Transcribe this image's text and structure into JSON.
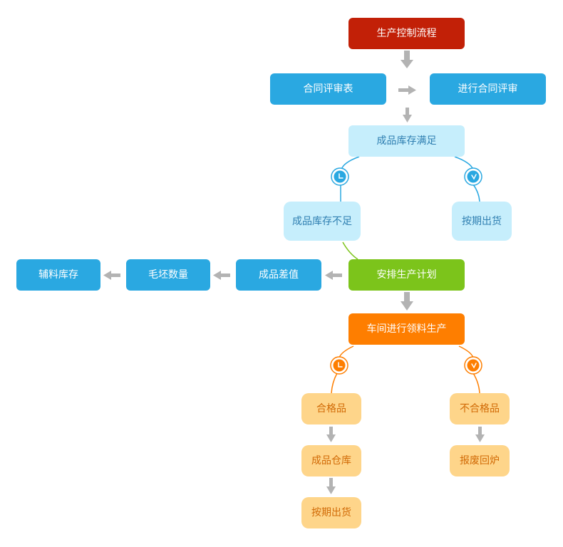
{
  "nodes": {
    "title": "生产控制流程",
    "review_table": "合同评审表",
    "do_review": "进行合同评审",
    "stock_enough": "成品库存满足",
    "stock_short": "成品库存不足",
    "ship_1": "按期出货",
    "plan": "安排生产计划",
    "diff": "成品差值",
    "blank": "毛坯数量",
    "aux": "辅料库存",
    "workshop": "车间进行领料生产",
    "qualified": "合格品",
    "unqualified": "不合格品",
    "warehouse": "成品仓库",
    "scrap": "报废回炉",
    "ship_2": "按期出货"
  },
  "colors": {
    "red": "#c22007",
    "blue": "#2aa8e1",
    "light_blue": "#c6eefc",
    "green": "#7cc41b",
    "orange": "#fe7e00",
    "light_orange": "#fed58a",
    "arrow_gray": "#b3b3b3"
  },
  "icons": {
    "decision": "clock-icon"
  }
}
